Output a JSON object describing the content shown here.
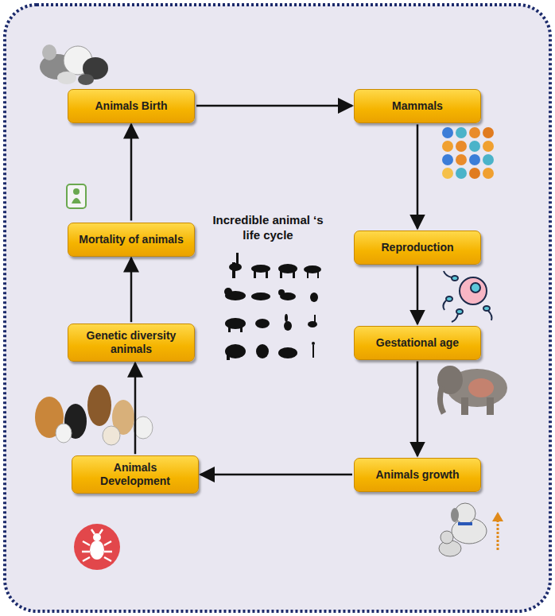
{
  "diagram": {
    "nodes": [
      {
        "text": [
          "Animals Birth"
        ]
      },
      {
        "text": [
          "Mammals"
        ]
      },
      {
        "text": [
          "Reproduction"
        ]
      },
      {
        "text": [
          "Gestational age"
        ]
      },
      {
        "text": [
          "Animals growth"
        ]
      },
      {
        "text": [
          "Animals Development"
        ]
      },
      {
        "text": [
          "Genetic diversity animals"
        ]
      },
      {
        "text": [
          "Mortality of animals"
        ]
      }
    ],
    "edges": [
      {
        "from": 0,
        "to": 1,
        "arrow": "to"
      },
      {
        "from": 1,
        "to": 2,
        "arrow": "to"
      },
      {
        "from": 2,
        "to": 3,
        "arrow": "to"
      },
      {
        "from": 3,
        "to": 4,
        "arrow": "to"
      },
      {
        "from": 4,
        "to": 5,
        "arrow": "to"
      },
      {
        "from": 5,
        "to": 6,
        "arrow": "to"
      },
      {
        "from": 6,
        "to": 7,
        "arrow": "to"
      },
      {
        "from": 7,
        "to": 0,
        "arrow": "to"
      }
    ],
    "labels": [
      "Incredible animal ‘s life cycle"
    ]
  }
}
